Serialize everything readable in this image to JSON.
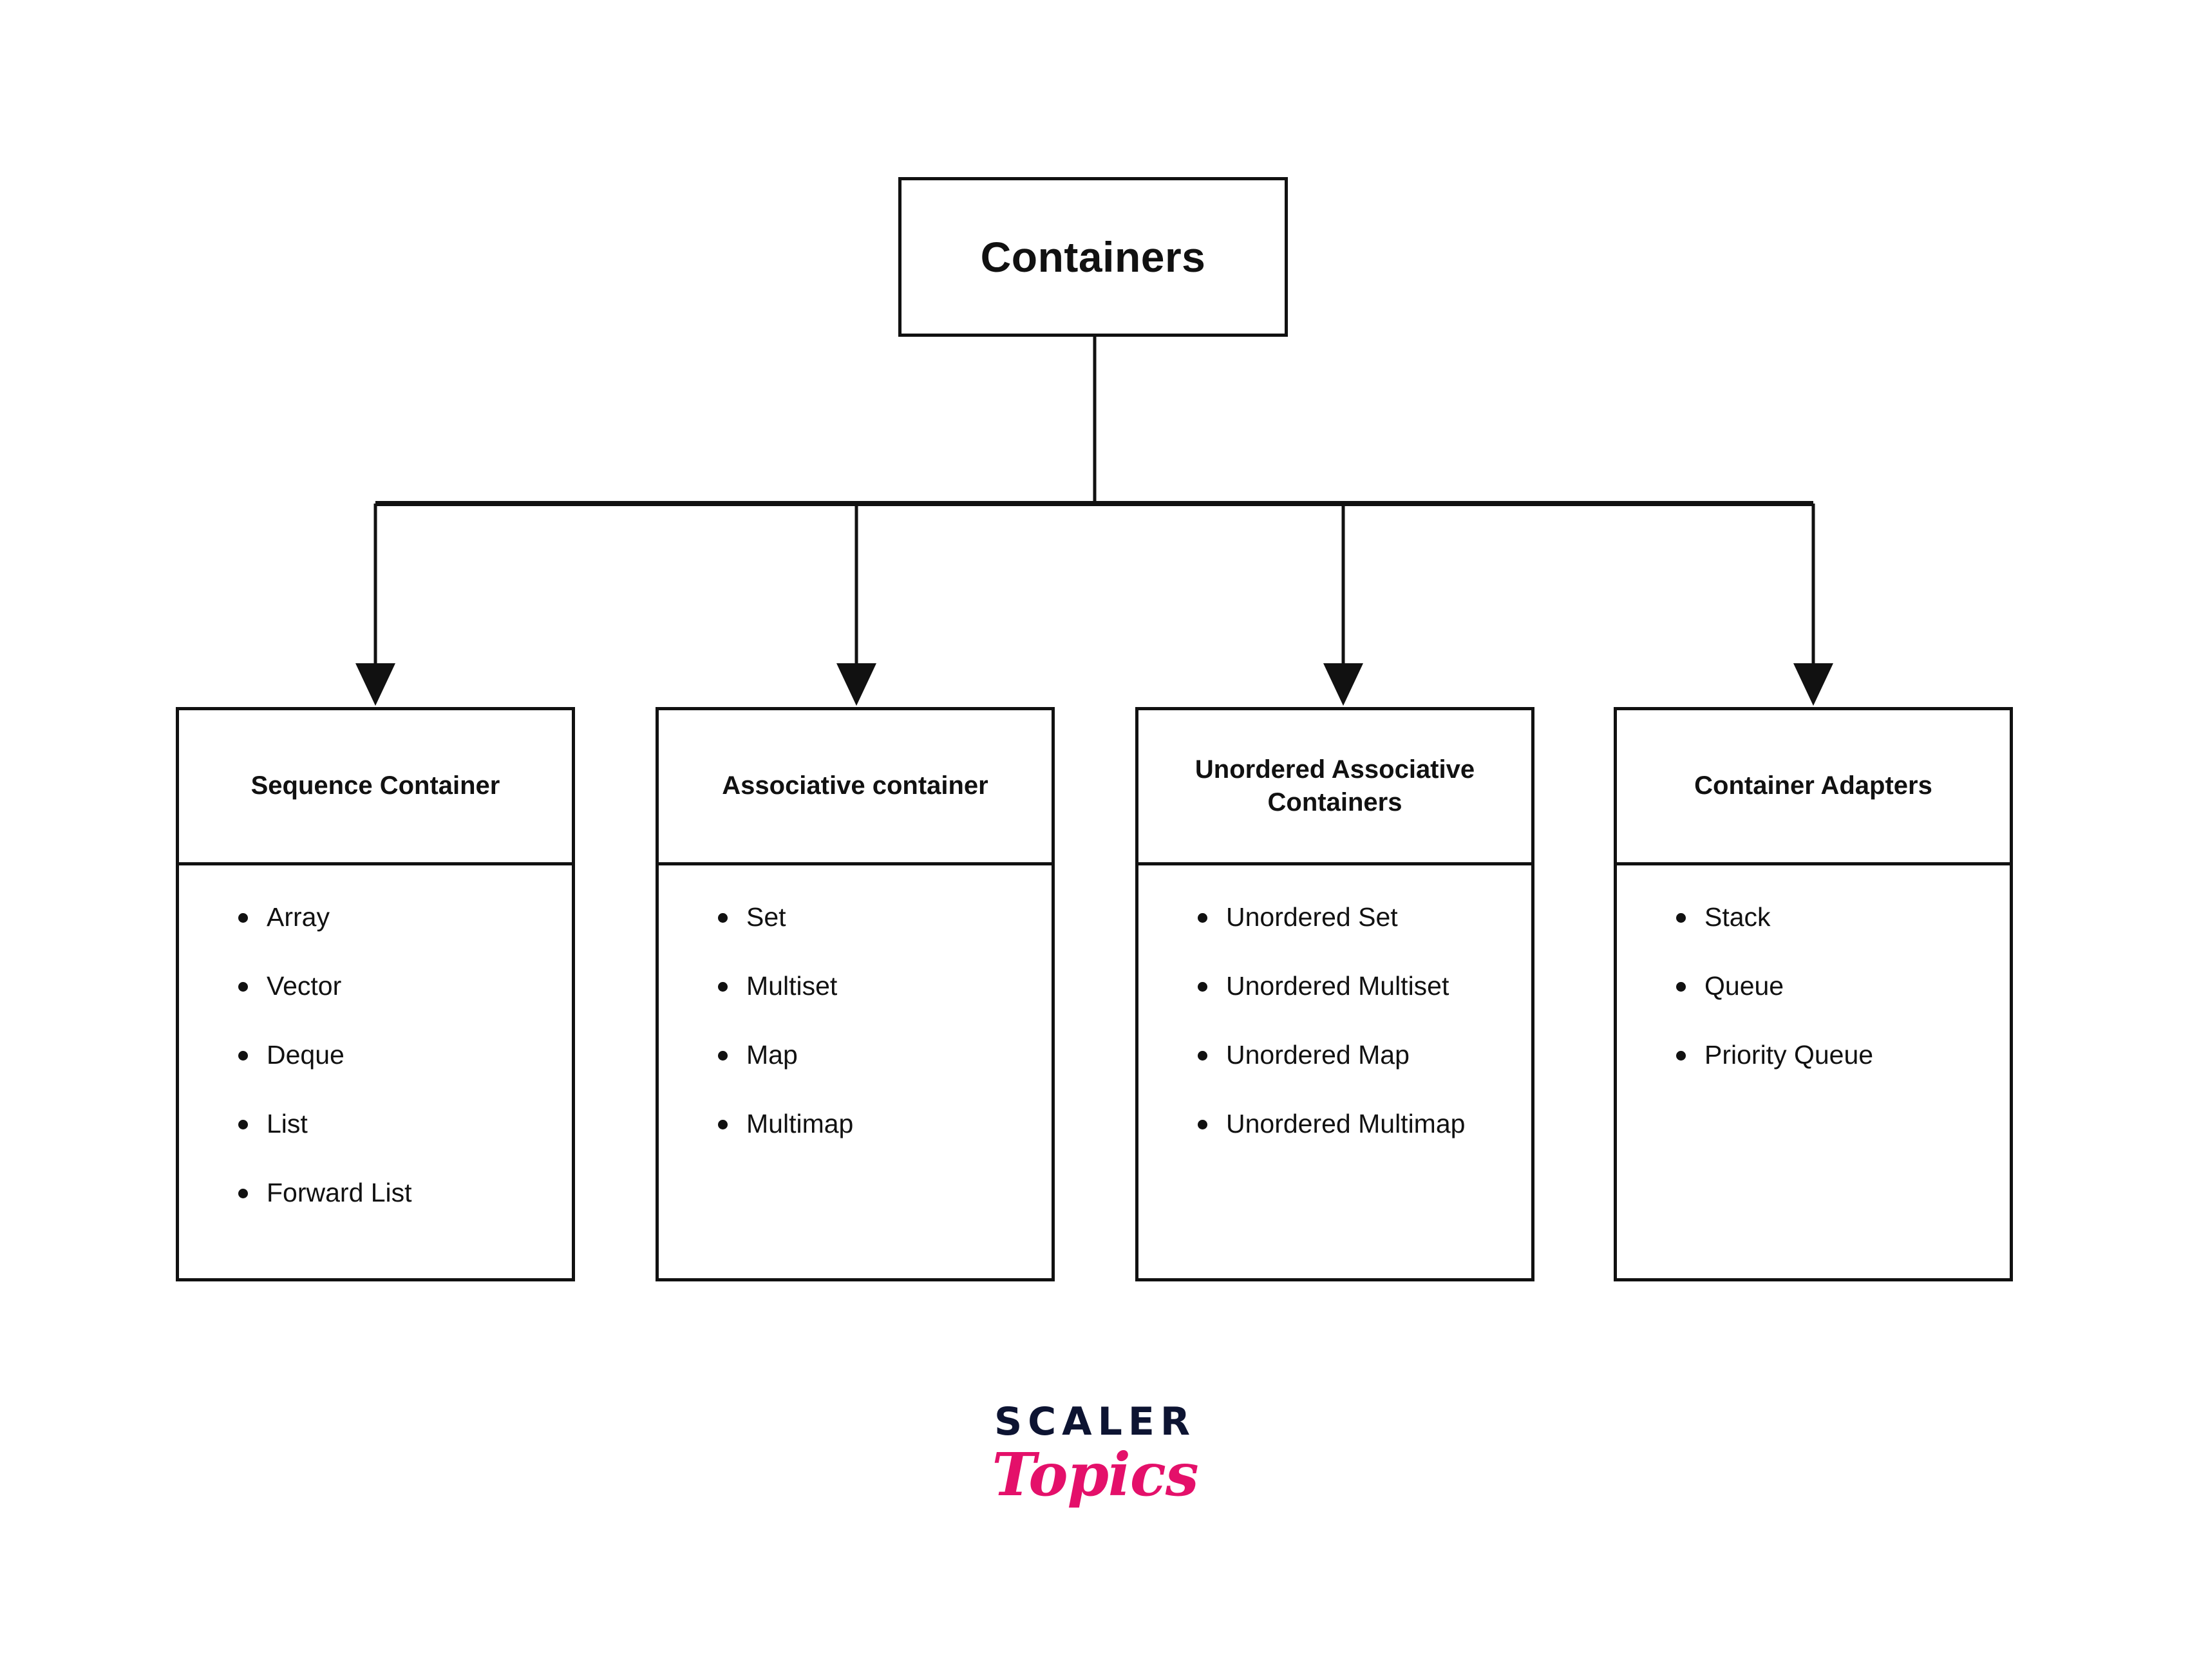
{
  "diagram": {
    "root": {
      "title": "Containers"
    },
    "categories": [
      {
        "title": "Sequence Container",
        "items": [
          "Array",
          "Vector",
          "Deque",
          "List",
          "Forward List"
        ]
      },
      {
        "title": "Associative container",
        "items": [
          "Set",
          "Multiset",
          "Map",
          "Multimap"
        ]
      },
      {
        "title": "Unordered Associative Containers",
        "items": [
          "Unordered Set",
          "Unordered Multiset",
          "Unordered Map",
          "Unordered Multimap"
        ]
      },
      {
        "title": "Container Adapters",
        "items": [
          "Stack",
          "Queue",
          "Priority Queue"
        ]
      }
    ]
  },
  "logo": {
    "primary": "SCALER",
    "secondary": "Topics",
    "primary_color": "#0d1432",
    "secondary_color": "#e4106a"
  },
  "theme": {
    "background": "#ffffff",
    "line_color": "#111111",
    "text_color": "#111111"
  }
}
